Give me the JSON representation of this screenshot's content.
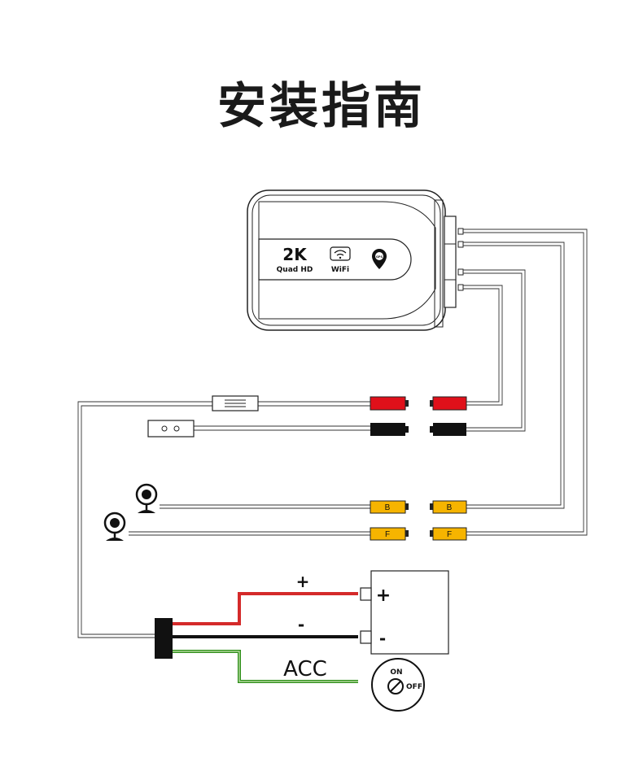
{
  "title": "安装指南",
  "device": {
    "resolution_big": "2K",
    "resolution_small": "Quad HD",
    "wifi_label": "WiFi",
    "gps_label": "GPS"
  },
  "camera_plugs": {
    "rear": "B",
    "front": "F"
  },
  "power": {
    "positive_symbol": "+",
    "negative_symbol": "-",
    "acc_label": "ACC",
    "battery_positive": "+",
    "battery_negative": "-"
  },
  "ignition": {
    "on_label": "ON",
    "off_label": "OFF"
  },
  "colors": {
    "red_wire": "#d42a2a",
    "black_wire": "#111111",
    "green_wire": "#2e8f1a",
    "yellow_plug": "#f6b400",
    "red_plug": "#e0101a"
  }
}
